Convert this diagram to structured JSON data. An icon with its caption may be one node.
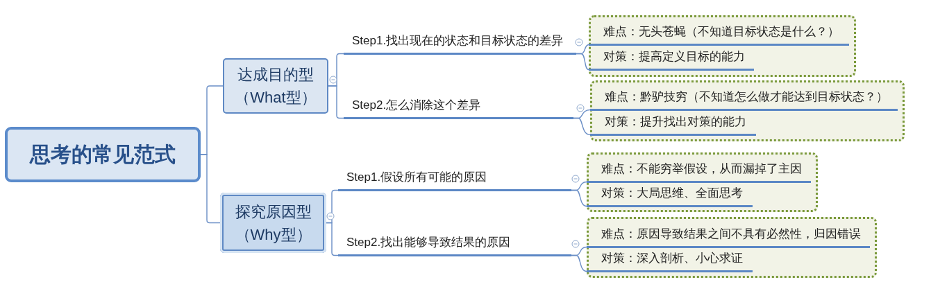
{
  "diagram": {
    "nodes": [
      {
        "text": [
          "思考的常见范式"
        ]
      },
      {
        "text": [
          "达成目的型（What型）"
        ]
      },
      {
        "text": [
          "Step1.找出现在的状态和目标状态的差异"
        ]
      },
      {
        "text": [],
        "shape": "box"
      },
      {
        "text": [
          "难点：无头苍蝇（不知道目标状态是什么？）"
        ],
        "in": 3
      },
      {
        "text": [
          "对策：提高定义目标的能力"
        ],
        "in": 3
      },
      {
        "text": [
          "Step2.怎么消除这个差异"
        ]
      },
      {
        "text": [],
        "shape": "box"
      },
      {
        "text": [
          "难点：黔驴技穷（不知道怎么做才能达到目标状态？）"
        ],
        "in": 7
      },
      {
        "text": [
          "对策：提升找出对策的能力"
        ],
        "in": 7
      },
      {
        "text": [
          "探究原因型（Why型）"
        ]
      },
      {
        "text": [
          "Step1.假设所有可能的原因"
        ]
      },
      {
        "text": [],
        "shape": "box"
      },
      {
        "text": [
          "难点：不能穷举假设，从而漏掉了主因"
        ],
        "in": 12
      },
      {
        "text": [
          "对策：大局思维、全面思考"
        ],
        "in": 12
      },
      {
        "text": [
          "Step2.找出能够导致结果的原因"
        ]
      },
      {
        "text": [],
        "shape": "box"
      },
      {
        "text": [
          "难点：原因导致结果之间不具有必然性，归因错误"
        ],
        "in": 16
      },
      {
        "text": [
          "对策：深入剖析、小心求证"
        ],
        "in": 16
      }
    ],
    "edges": [
      {
        "from": 0,
        "to": 1,
        "arrow": "none"
      },
      {
        "from": 0,
        "to": 10,
        "arrow": "none"
      },
      {
        "from": 1,
        "to": 2,
        "arrow": "none"
      },
      {
        "from": 1,
        "to": 6,
        "arrow": "none"
      },
      {
        "from": 2,
        "to": 4,
        "arrow": "none"
      },
      {
        "from": 2,
        "to": 5,
        "arrow": "none"
      },
      {
        "from": 6,
        "to": 8,
        "arrow": "none"
      },
      {
        "from": 6,
        "to": 9,
        "arrow": "none"
      },
      {
        "from": 10,
        "to": 11,
        "arrow": "none"
      },
      {
        "from": 10,
        "to": 15,
        "arrow": "none"
      },
      {
        "from": 11,
        "to": 13,
        "arrow": "none"
      },
      {
        "from": 11,
        "to": 14,
        "arrow": "none"
      },
      {
        "from": 15,
        "to": 17,
        "arrow": "none"
      },
      {
        "from": 15,
        "to": 18,
        "arrow": "none"
      }
    ]
  }
}
